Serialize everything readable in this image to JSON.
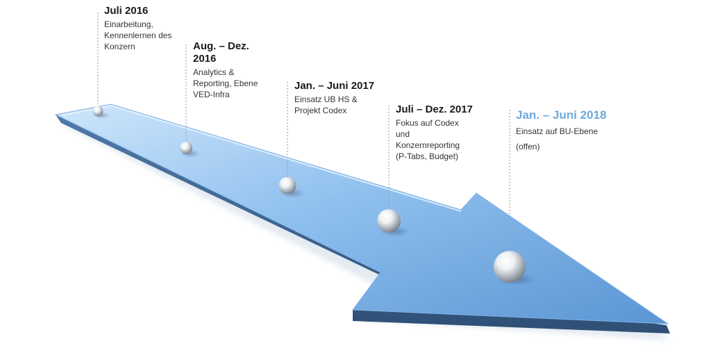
{
  "accent_color": "#6fa8dc",
  "arrow_color_top": "#9ecaf1",
  "arrow_color_bottom": "#5f93c7",
  "milestones": [
    {
      "title": "Juli 2016",
      "desc": "Einarbeitung,\nKennenlernen des\nKonzern"
    },
    {
      "title": "Aug. – Dez.\n2016",
      "desc": "Analytics &\nReporting, Ebene\nVED-Infra"
    },
    {
      "title": "Jan. – Juni 2017",
      "desc": "Einsatz UB HS &\nProjekt Codex"
    },
    {
      "title": "Juli – Dez. 2017",
      "desc": "Fokus auf Codex\nund\nKonzernreporting\n(P-Tabs, Budget)"
    },
    {
      "title": "Jan. – Juni 2018",
      "desc": "Einsatz auf BU-Ebene",
      "note": "(offen)"
    }
  ]
}
